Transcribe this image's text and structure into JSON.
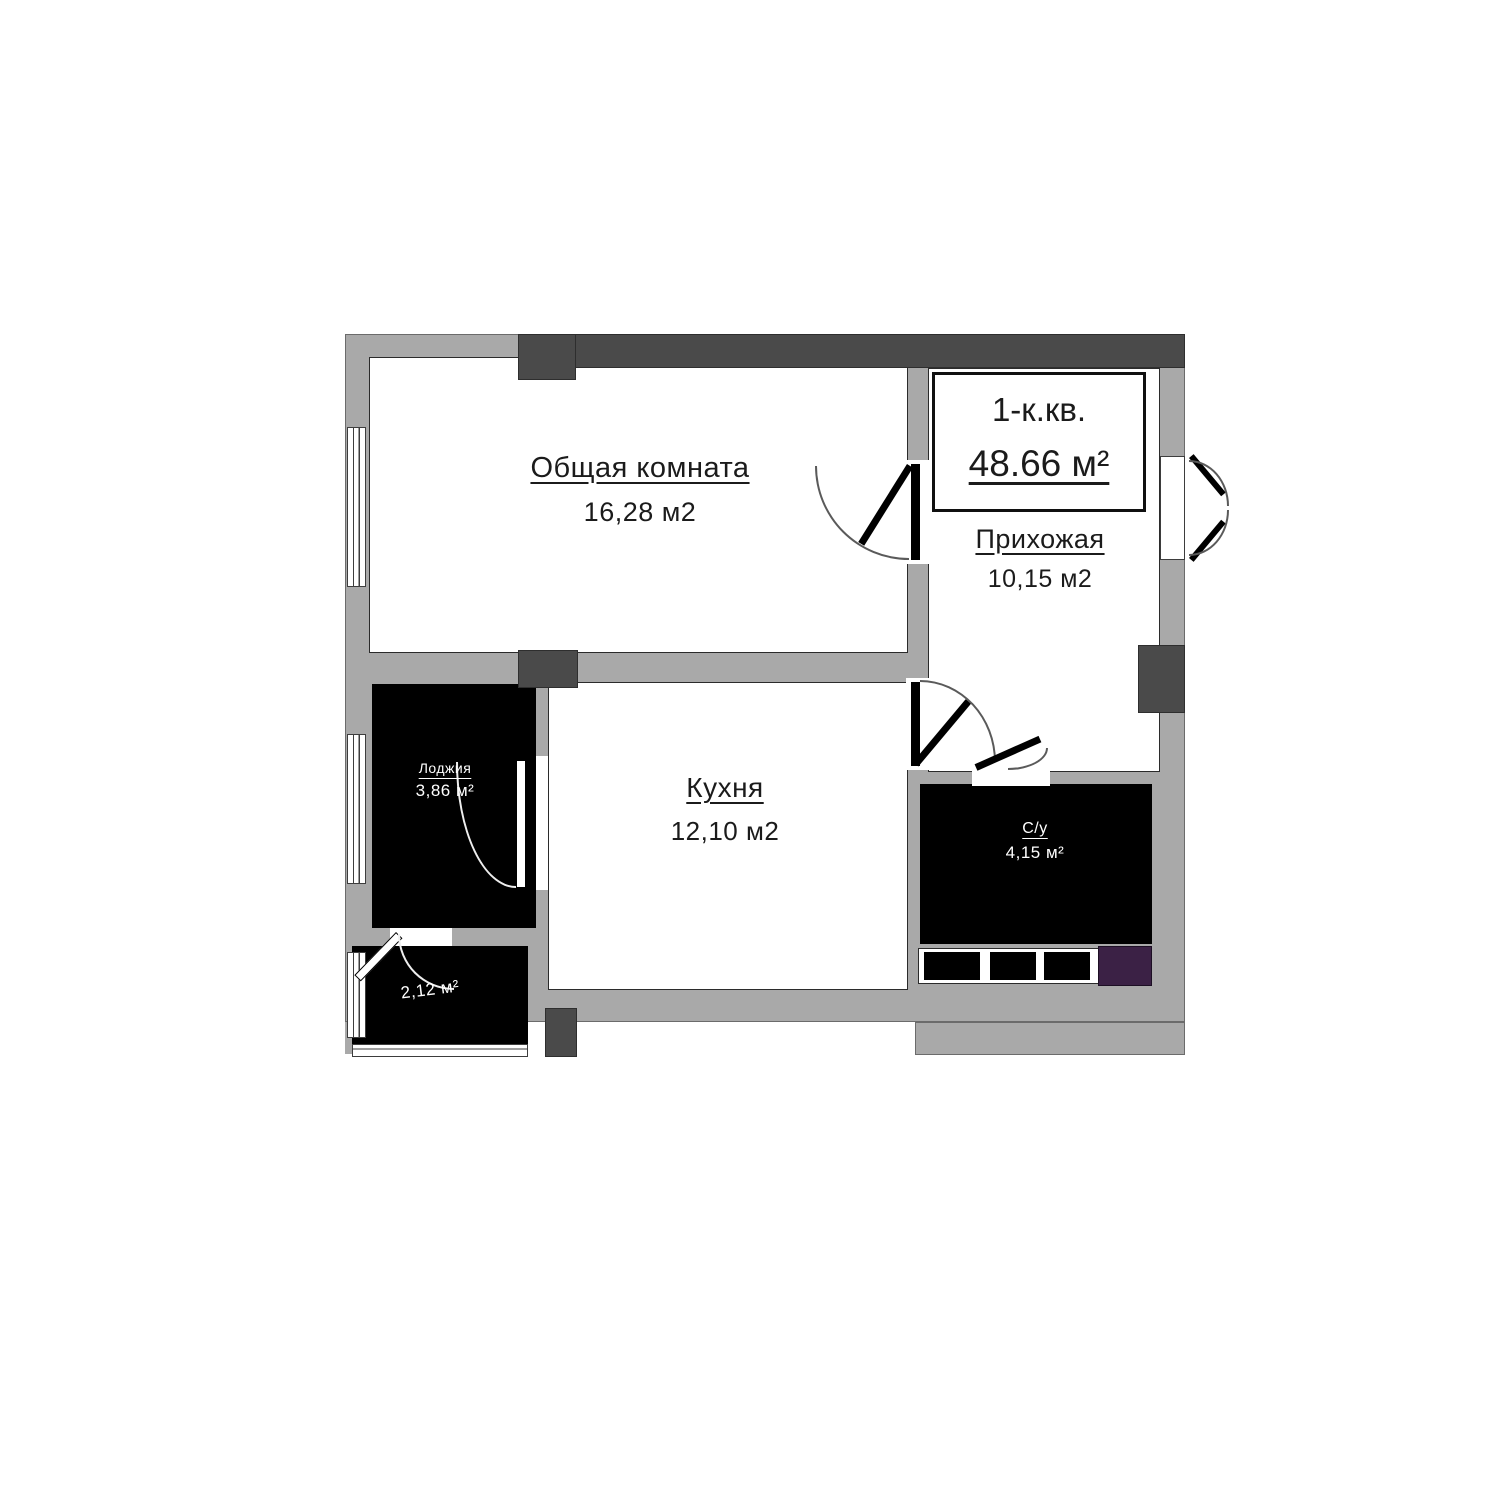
{
  "colors": {
    "wall_gray": "#a9a9a9",
    "wall_dark": "#4a4a4a",
    "room_fill_dark": "#000000",
    "shaft_purple": "#3b2145"
  },
  "title_box": {
    "apartment_type": "1-к.кв.",
    "total_area": "48.66 м²"
  },
  "rooms": {
    "living": {
      "name": "Общая комната",
      "area": "16,28 м2"
    },
    "hall": {
      "name": "Прихожая",
      "area": "10,15 м2"
    },
    "kitchen": {
      "name": "Кухня",
      "area": "12,10 м2"
    },
    "loggia": {
      "name": "Лоджия",
      "area": "3,86 м²"
    },
    "bathroom": {
      "name": "С/у",
      "area": "4,15 м²"
    },
    "balcony": {
      "area": "2,12 м²"
    }
  }
}
